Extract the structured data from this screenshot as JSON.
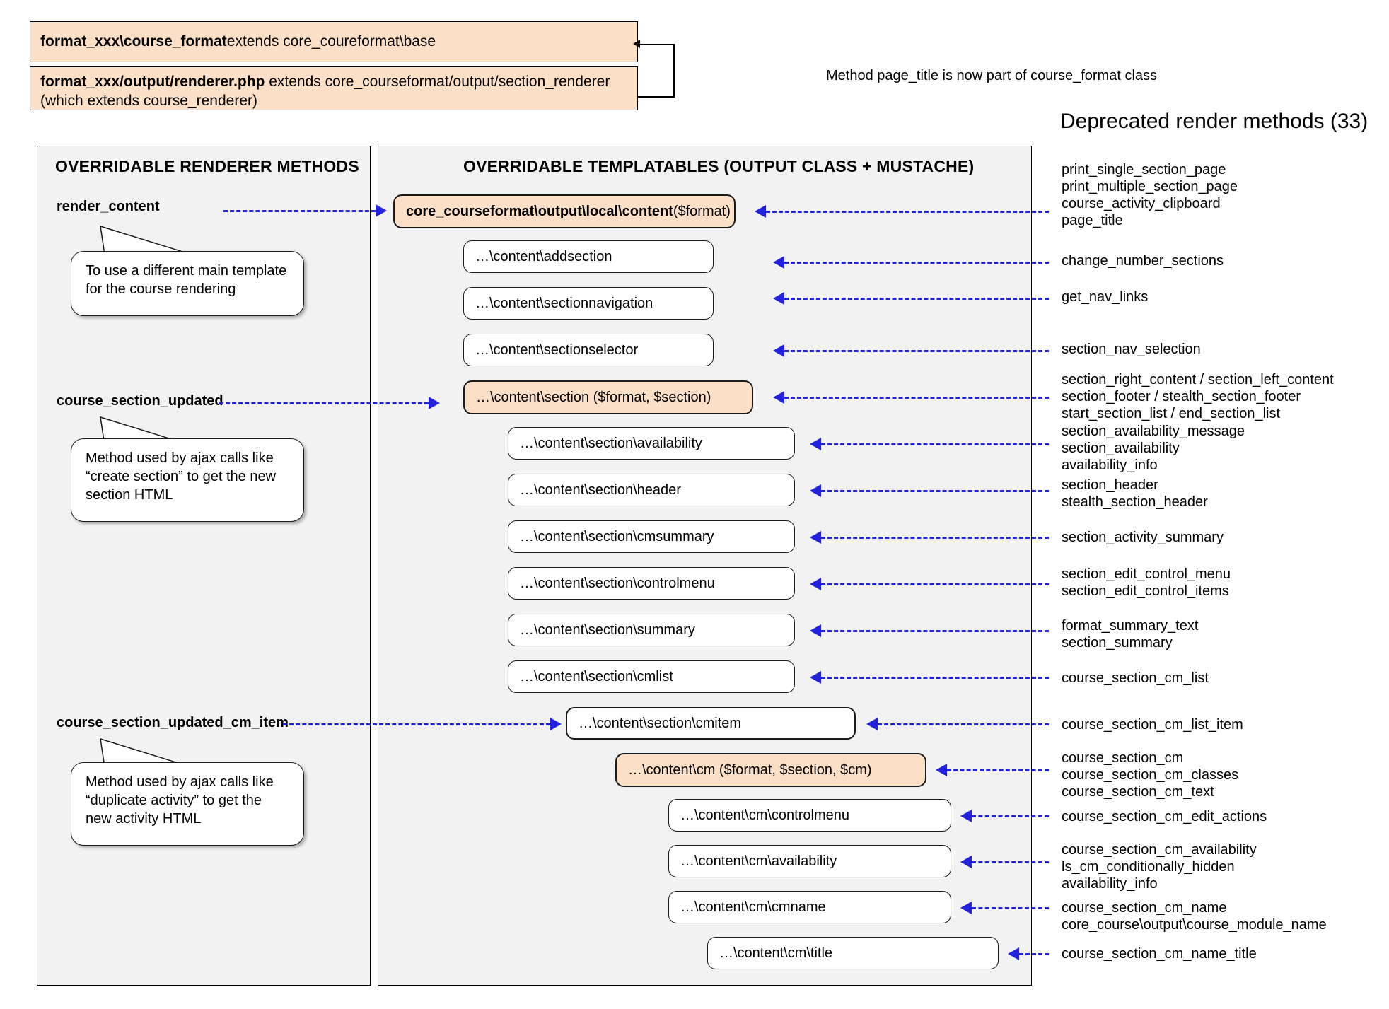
{
  "header": {
    "class_box": {
      "bold": "format_xxx\\course_format",
      "rest": " extends core_coureformat\\base"
    },
    "renderer_box": {
      "bold": "format_xxx/output/renderer.php",
      "rest": " extends core_courseformat/output/section_renderer (which extends course_renderer)"
    },
    "page_title_note": "Method page_title is now part of course_format class",
    "deprecated_title": "Deprecated render methods (33)"
  },
  "left_panel": {
    "heading": "OVERRIDABLE RENDERER METHODS",
    "methods": [
      {
        "name": "render_content"
      },
      {
        "name": "course_section_updated"
      },
      {
        "name": "course_section_updated_cm_item"
      }
    ],
    "callouts": [
      {
        "text": "To use a different main template for the course rendering"
      },
      {
        "text": "Method used by ajax calls like “create section” to get the new section HTML"
      },
      {
        "text": "Method used by ajax calls like “duplicate activity” to get the new activity HTML"
      }
    ]
  },
  "center_panel": {
    "heading": "OVERRIDABLE TEMPLATABLES (OUTPUT CLASS + MUSTACHE)",
    "boxes": [
      {
        "id": "content",
        "bold": "core_courseformat\\output\\local\\content",
        "rest": " ($format)",
        "style": "peach"
      },
      {
        "id": "addsection",
        "bold": "",
        "rest": "…\\content\\addsection",
        "style": "plain"
      },
      {
        "id": "sectionnavigation",
        "bold": "",
        "rest": "…\\content\\sectionnavigation",
        "style": "plain"
      },
      {
        "id": "sectionselector",
        "bold": "",
        "rest": "…\\content\\sectionselector",
        "style": "plain"
      },
      {
        "id": "section",
        "bold": "",
        "rest": "…\\content\\section ($format, $section)",
        "style": "peach"
      },
      {
        "id": "section-availability",
        "bold": "",
        "rest": "…\\content\\section\\availability",
        "style": "plain"
      },
      {
        "id": "section-header",
        "bold": "",
        "rest": "…\\content\\section\\header",
        "style": "plain"
      },
      {
        "id": "section-cmsummary",
        "bold": "",
        "rest": "…\\content\\section\\cmsummary",
        "style": "plain"
      },
      {
        "id": "section-controlmenu",
        "bold": "",
        "rest": "…\\content\\section\\controlmenu",
        "style": "plain"
      },
      {
        "id": "section-summary",
        "bold": "",
        "rest": "…\\content\\section\\summary",
        "style": "plain"
      },
      {
        "id": "section-cmlist",
        "bold": "",
        "rest": "…\\content\\section\\cmlist",
        "style": "plain"
      },
      {
        "id": "section-cmitem",
        "bold": "",
        "rest": "…\\content\\section\\cmitem",
        "style": "thick"
      },
      {
        "id": "cm",
        "bold": "",
        "rest": "…\\content\\cm ($format, $section, $cm)",
        "style": "peach"
      },
      {
        "id": "cm-controlmenu",
        "bold": "",
        "rest": "…\\content\\cm\\controlmenu",
        "style": "plain"
      },
      {
        "id": "cm-availability",
        "bold": "",
        "rest": "…\\content\\cm\\availability",
        "style": "plain"
      },
      {
        "id": "cm-cmname",
        "bold": "",
        "rest": "…\\content\\cm\\cmname",
        "style": "plain"
      },
      {
        "id": "cm-title",
        "bold": "",
        "rest": "…\\content\\cm\\title",
        "style": "plain"
      }
    ]
  },
  "deprecated_methods": [
    {
      "lines": [
        "print_single_section_page",
        "print_multiple_section_page",
        "course_activity_clipboard",
        "page_title"
      ]
    },
    {
      "lines": [
        "change_number_sections"
      ]
    },
    {
      "lines": [
        "get_nav_links"
      ]
    },
    {
      "lines": [
        "section_nav_selection"
      ]
    },
    {
      "lines": [
        "section_right_content / section_left_content",
        "section_footer / stealth_section_footer",
        "start_section_list / end_section_list"
      ]
    },
    {
      "lines": [
        "section_availability_message",
        "section_availability",
        "availability_info"
      ]
    },
    {
      "lines": [
        "section_header",
        "stealth_section_header"
      ]
    },
    {
      "lines": [
        "section_activity_summary"
      ]
    },
    {
      "lines": [
        "section_edit_control_menu",
        "section_edit_control_items"
      ]
    },
    {
      "lines": [
        "format_summary_text",
        "section_summary"
      ]
    },
    {
      "lines": [
        "course_section_cm_list"
      ]
    },
    {
      "lines": [
        "course_section_cm_list_item"
      ]
    },
    {
      "lines": [
        "course_section_cm",
        "course_section_cm_classes",
        "course_section_cm_text"
      ]
    },
    {
      "lines": [
        "course_section_cm_edit_actions"
      ]
    },
    {
      "lines": [
        "course_section_cm_availability",
        "ls_cm_conditionally_hidden",
        "availability_info"
      ]
    },
    {
      "lines": [
        "course_section_cm_name",
        "core_course\\output\\course_module_name"
      ]
    },
    {
      "lines": [
        "course_section_cm_name_title"
      ]
    }
  ],
  "colors": {
    "peach": "#fbdfc6",
    "panel_grey": "#f2f2f2",
    "connector_blue": "#2222dd",
    "outline": "#000000"
  }
}
